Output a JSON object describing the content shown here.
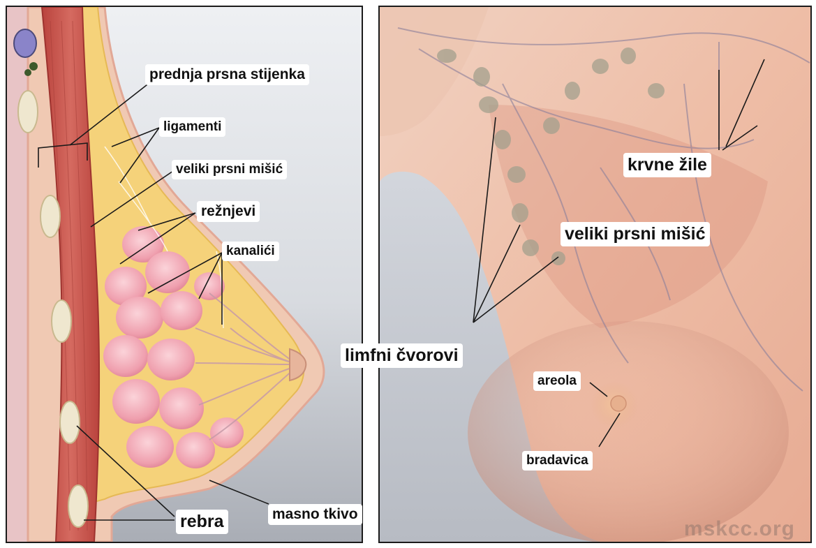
{
  "left_panel": {
    "labels": {
      "chest_wall": "prednja prsna stijenka",
      "ligaments": "ligamenti",
      "pectoral_muscle": "veliki prsni mišić",
      "lobes": "režnjevi",
      "ducts": "kanalići",
      "ribs": "rebra",
      "fatty_tissue": "masno tkivo"
    }
  },
  "right_panel": {
    "labels": {
      "blood_vessels": "krvne žile",
      "pectoral_muscle": "veliki prsni mišić",
      "lymph_nodes": "limfni čvorovi",
      "areola": "areola",
      "nipple": "bradavica"
    },
    "watermark": "mskcc.org"
  },
  "colors": {
    "skin": "#f0c9b3",
    "muscle": "#c9564f",
    "fat": "#f5d27a",
    "lobule": "#f3a9b4",
    "background_gray": "#cfd2d8",
    "leader_line": "#1a1a1a"
  }
}
